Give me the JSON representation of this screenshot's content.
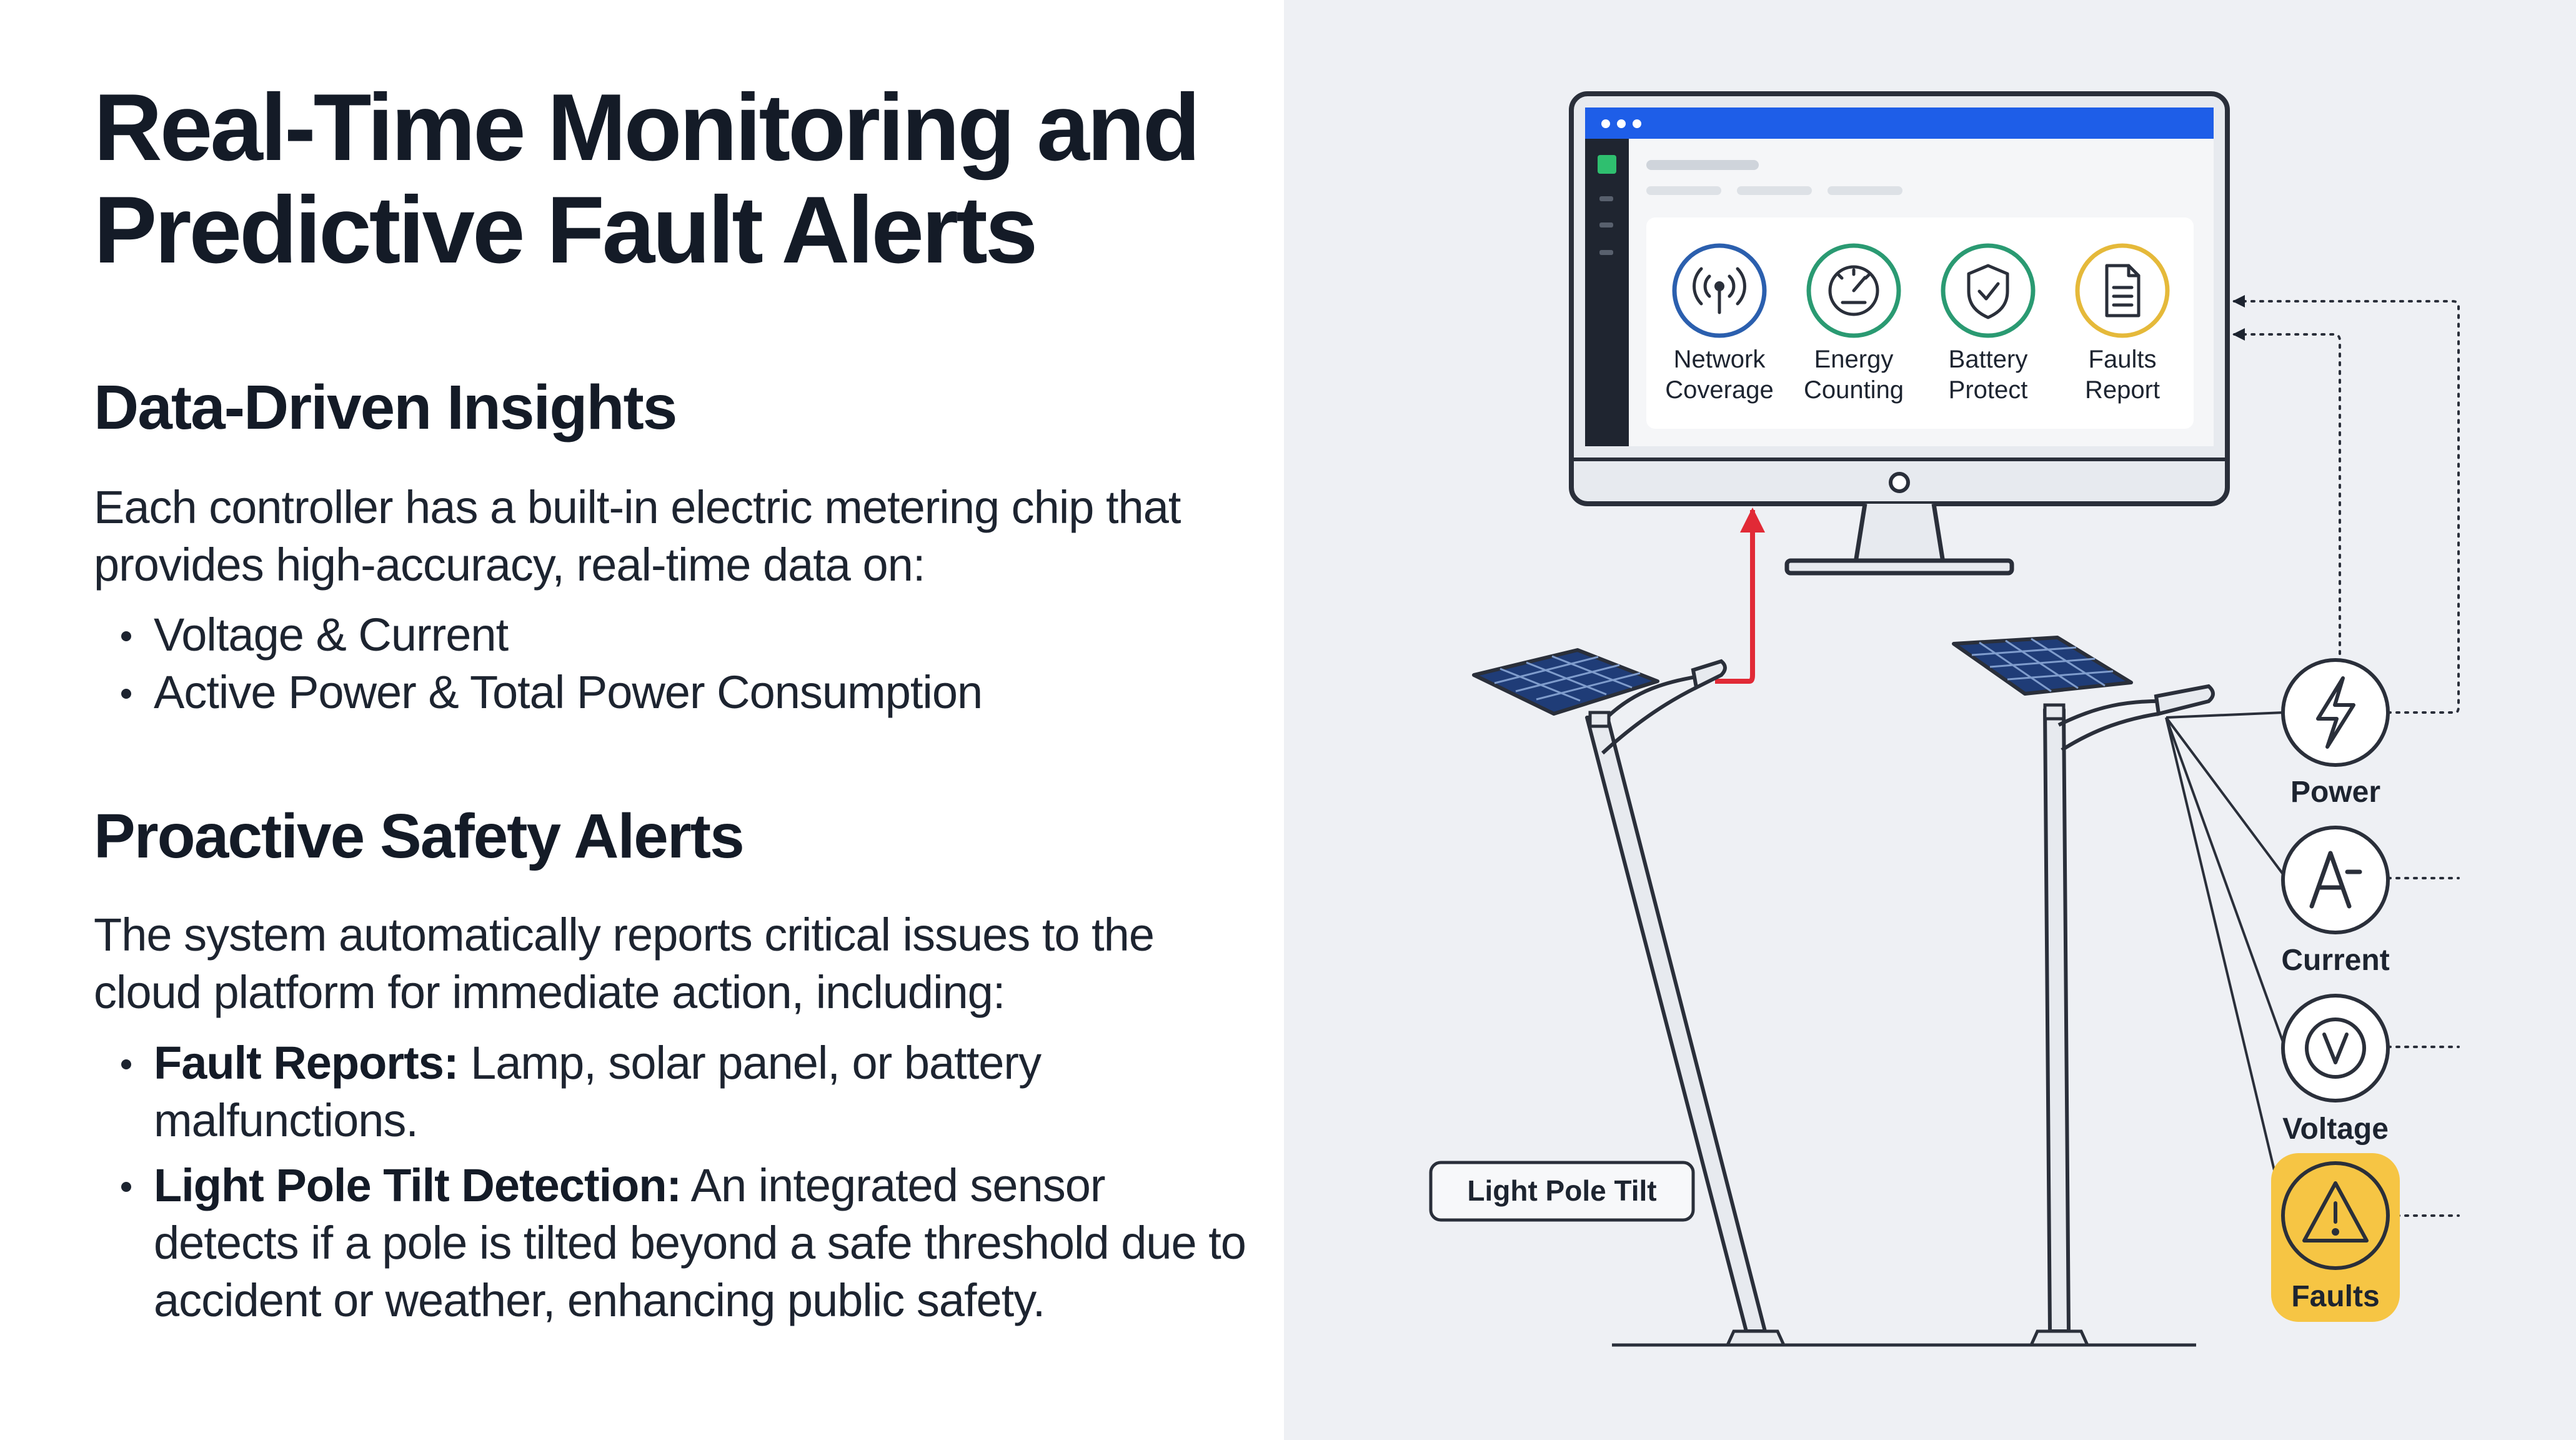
{
  "title": "Real-Time Monitoring and Predictive Fault Alerts",
  "insights": {
    "heading": "Data-Driven Insights",
    "intro": "Each controller has a built-in electric metering chip that provides high-accuracy, real-time data on:",
    "bullets": [
      "Voltage & Current",
      "Active Power & Total Power Consumption"
    ]
  },
  "safety": {
    "heading": "Proactive Safety Alerts",
    "intro": "The system automatically reports critical issues to the cloud platform for immediate action, including:",
    "bullets": [
      {
        "label": "Fault Reports:",
        "text": " Lamp, solar panel, or battery malfunctions."
      },
      {
        "label": "Light Pole Tilt Detection:",
        "text": " An integrated sensor detects if a pole is tilted beyond a safe threshold due to accident or weather, enhancing public safety."
      }
    ]
  },
  "dashboard": {
    "features": [
      {
        "line1": "Network",
        "line2": "Coverage",
        "icon": "antenna-icon",
        "color": "#2b5fae"
      },
      {
        "line1": "Energy",
        "line2": "Counting",
        "icon": "gauge-icon",
        "color": "#2a9a72"
      },
      {
        "line1": "Battery",
        "line2": "Protect",
        "icon": "shield-icon",
        "color": "#2a9a72"
      },
      {
        "line1": "Faults",
        "line2": "Report",
        "icon": "document-icon",
        "color": "#e5b93a"
      }
    ]
  },
  "tilt_label": "Light Pole Tilt",
  "metrics": [
    {
      "label": "Power",
      "icon": "lightning-icon"
    },
    {
      "label": "Current",
      "icon": "ammeter-icon"
    },
    {
      "label": "Voltage",
      "icon": "voltmeter-icon"
    },
    {
      "label": "Faults",
      "icon": "warning-icon",
      "highlight": "#f6c544"
    }
  ],
  "colors": {
    "screen_header": "#1e5ee8",
    "screen_sidebar": "#1f2530",
    "alert_arrow": "#e12a36",
    "fault_highlight": "#f6c544"
  }
}
